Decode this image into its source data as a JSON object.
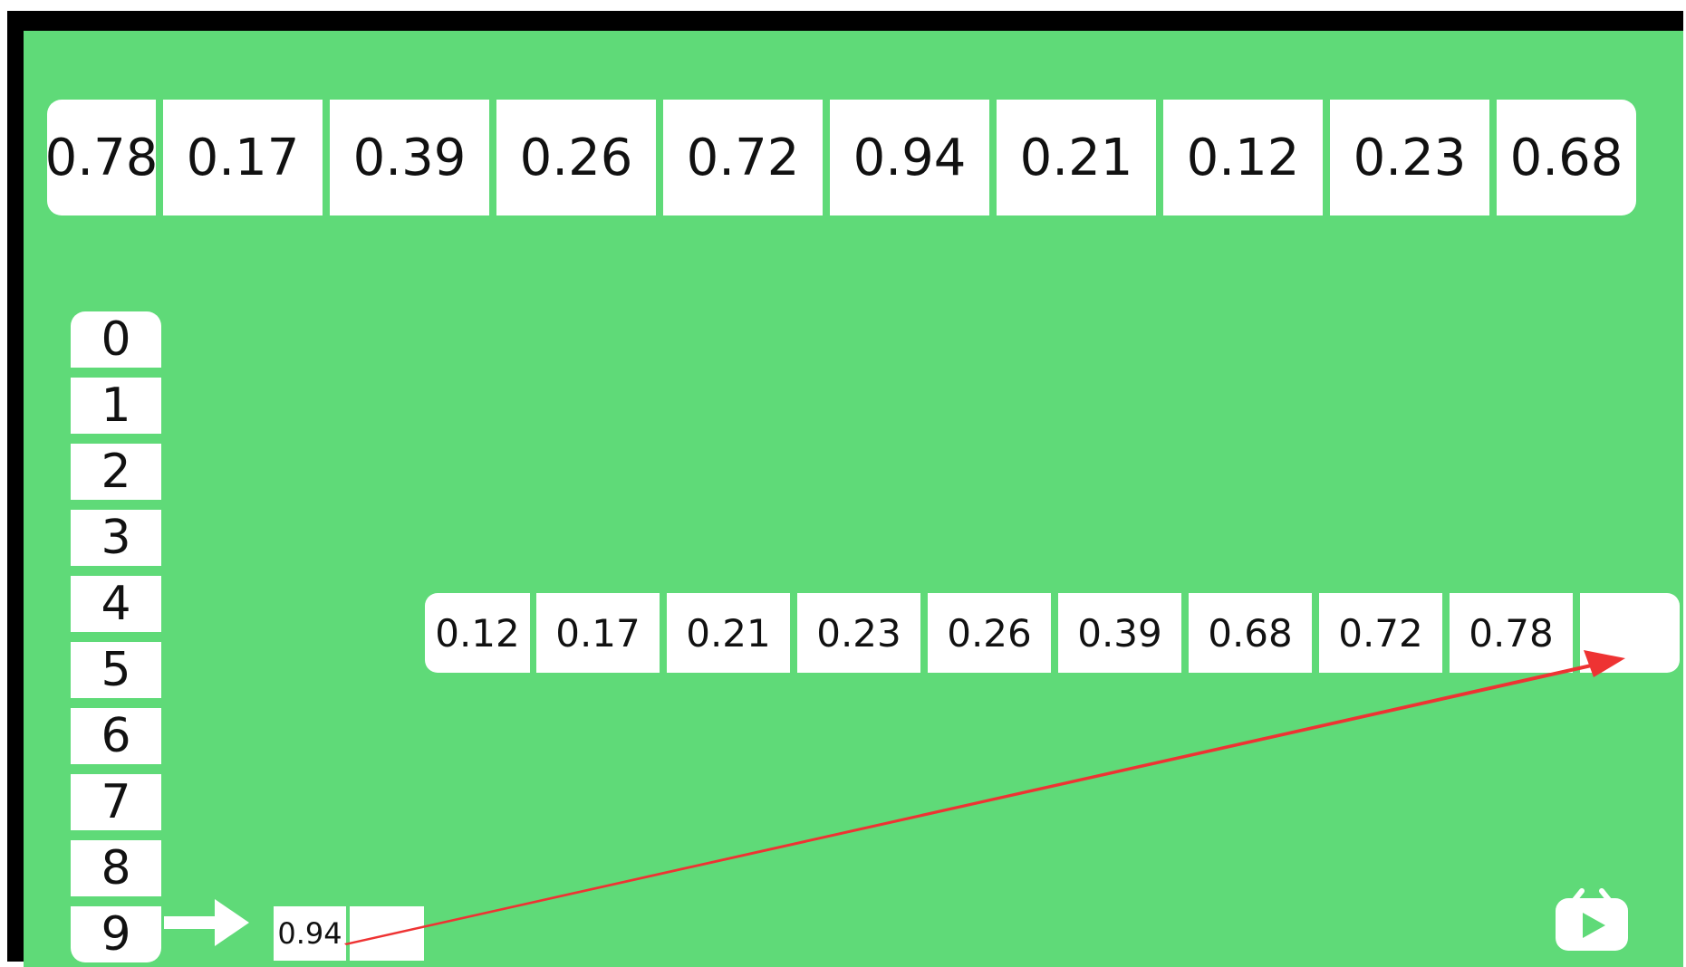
{
  "unsorted_row": [
    "0.78",
    "0.17",
    "0.39",
    "0.26",
    "0.72",
    "0.94",
    "0.21",
    "0.12",
    "0.23",
    "0.68"
  ],
  "bucket_indices": [
    "0",
    "1",
    "2",
    "3",
    "4",
    "5",
    "6",
    "7",
    "8",
    "9"
  ],
  "sorted_row": [
    "0.12",
    "0.17",
    "0.21",
    "0.23",
    "0.26",
    "0.39",
    "0.68",
    "0.72",
    "0.78",
    ""
  ],
  "bucket9_node": {
    "value": "0.94",
    "next": ""
  },
  "colors": {
    "background": "#5fda78",
    "frame": "#000000",
    "cell": "#ffffff",
    "arrow_red": "#ee3333",
    "pointer_arrow": "#ffffff"
  },
  "icons": {
    "pointer": "right-arrow-icon",
    "transfer": "red-arrow-icon",
    "logo": "play-logo-icon"
  }
}
